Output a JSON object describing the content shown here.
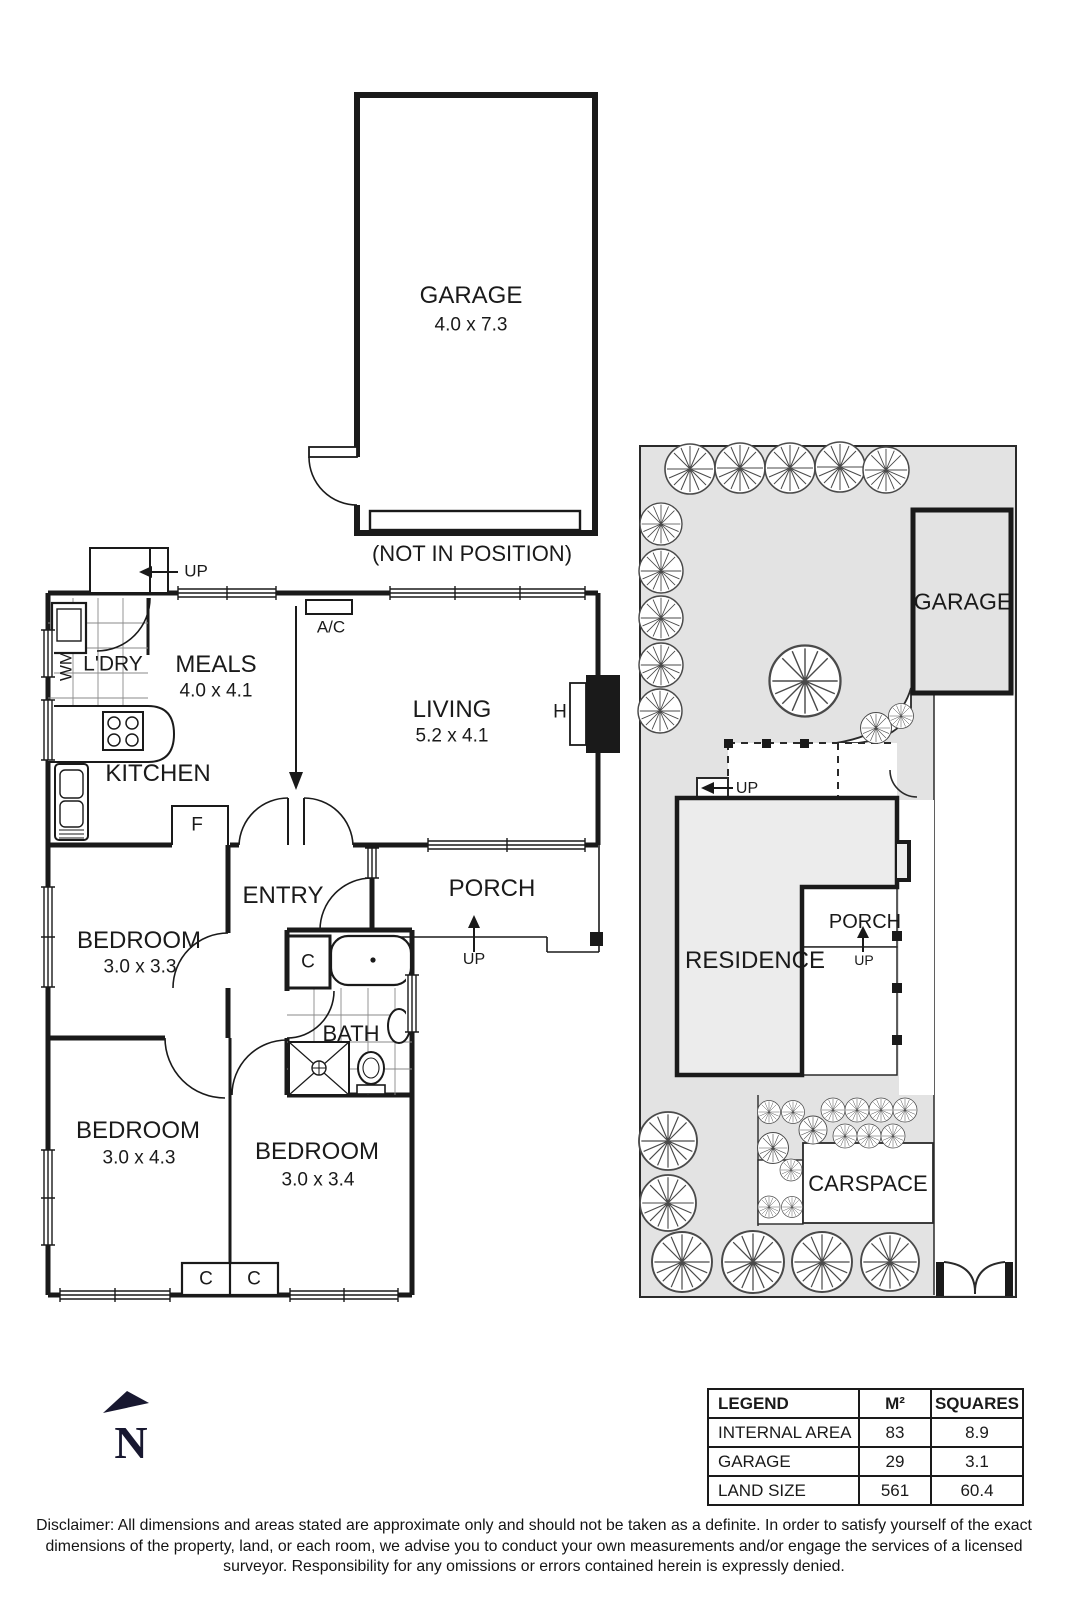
{
  "garage_plan": {
    "label": "GARAGE",
    "dims": "4.0 x 7.3",
    "note": "(NOT IN POSITION)"
  },
  "floor": {
    "stairs_up": "UP",
    "laundry": {
      "label": "L'DRY",
      "wm": "WM"
    },
    "meals": {
      "label": "MEALS",
      "dims": "4.0 x 4.1"
    },
    "ac": "A/C",
    "living": {
      "label": "LIVING",
      "dims": "5.2 x 4.1",
      "heater": "H"
    },
    "kitchen": {
      "label": "KITCHEN",
      "fridge": "F"
    },
    "entry": {
      "label": "ENTRY"
    },
    "porch": {
      "label": "PORCH",
      "up": "UP"
    },
    "bath": {
      "label": "BATH",
      "cupboard": "C"
    },
    "bed1": {
      "label": "BEDROOM",
      "dims": "3.0 x 3.3"
    },
    "bed2": {
      "label": "BEDROOM",
      "dims": "3.0 x 4.3"
    },
    "bed3": {
      "label": "BEDROOM",
      "dims": "3.0 x 3.4"
    },
    "closet1": "C",
    "closet2": "C"
  },
  "site": {
    "garage": "GARAGE",
    "residence": "RESIDENCE",
    "porch": "PORCH",
    "porch_up": "UP",
    "deck_up": "UP",
    "carspace": "CARSPACE"
  },
  "compass": {
    "n": "N"
  },
  "legend": {
    "headers": [
      "LEGEND",
      "M²",
      "SQUARES"
    ],
    "rows": [
      [
        "INTERNAL AREA",
        "83",
        "8.9"
      ],
      [
        "GARAGE",
        "29",
        "3.1"
      ],
      [
        "LAND SIZE",
        "561",
        "60.4"
      ]
    ]
  },
  "disclaimer": "Disclaimer: All dimensions and areas stated are approximate only and should not be taken as a definite. In order to satisfy yourself of the exact dimensions of the property, land, or each room, we advise you to conduct your own measurements and/or engage the services of a licensed surveyor. Responsibility for any omissions or errors contained herein is expressly denied.",
  "colors": {
    "wall": "#1a1a1a",
    "garden": "#e3e3e3",
    "residence_fill": "#ececec",
    "north": "#181830"
  }
}
